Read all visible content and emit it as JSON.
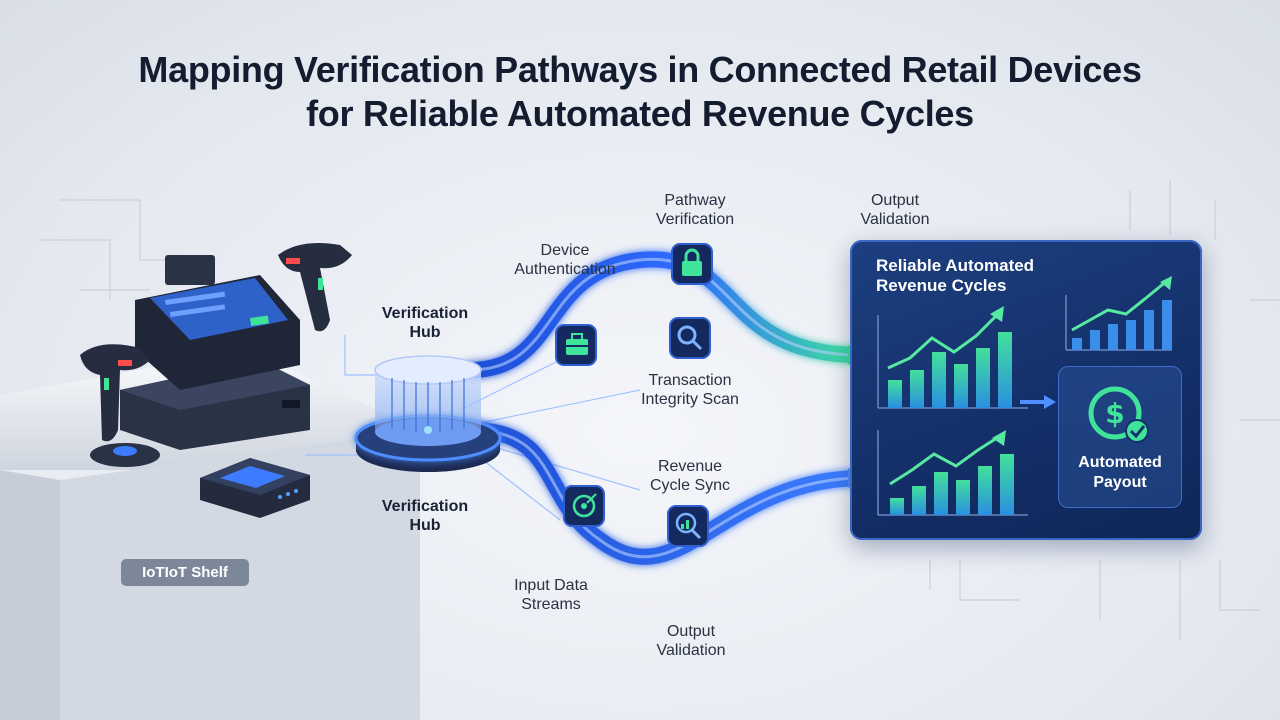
{
  "title": {
    "line1": "Mapping Verification Pathways in Connected Retail Devices",
    "line2": "for Reliable Automated Revenue Cycles"
  },
  "hub": {
    "label_top": [
      "Verification",
      "Hub"
    ],
    "label_bottom": [
      "Verification",
      "Hub"
    ]
  },
  "shelf": {
    "label": "IoTIoT Shelf"
  },
  "nodes": {
    "device_auth": [
      "Device",
      "Authentication"
    ],
    "pathway_verification": [
      "Pathway",
      "Verification"
    ],
    "transaction_integrity": [
      "Transaction",
      "Integrity Scan"
    ],
    "revenue_sync": [
      "Revenue",
      "Cycle Sync"
    ],
    "input_streams": [
      "Input Data",
      "Streams"
    ],
    "output_validation_bottom": [
      "Output",
      "Validation"
    ],
    "output_validation_top": [
      "Output",
      "Validation"
    ]
  },
  "panel": {
    "title": [
      "Reliable Automated",
      "Revenue Cycles"
    ],
    "payout": [
      "Automated",
      "Payout"
    ]
  },
  "colors": {
    "accent_blue": "#2f6bff",
    "accent_green": "#38e08c",
    "panel": "#14306a",
    "title": "#141c30"
  },
  "icons": [
    "lock-icon",
    "briefcase-icon",
    "magnifier-icon",
    "target-icon",
    "chart-magnifier-icon",
    "dollar-check-icon"
  ]
}
